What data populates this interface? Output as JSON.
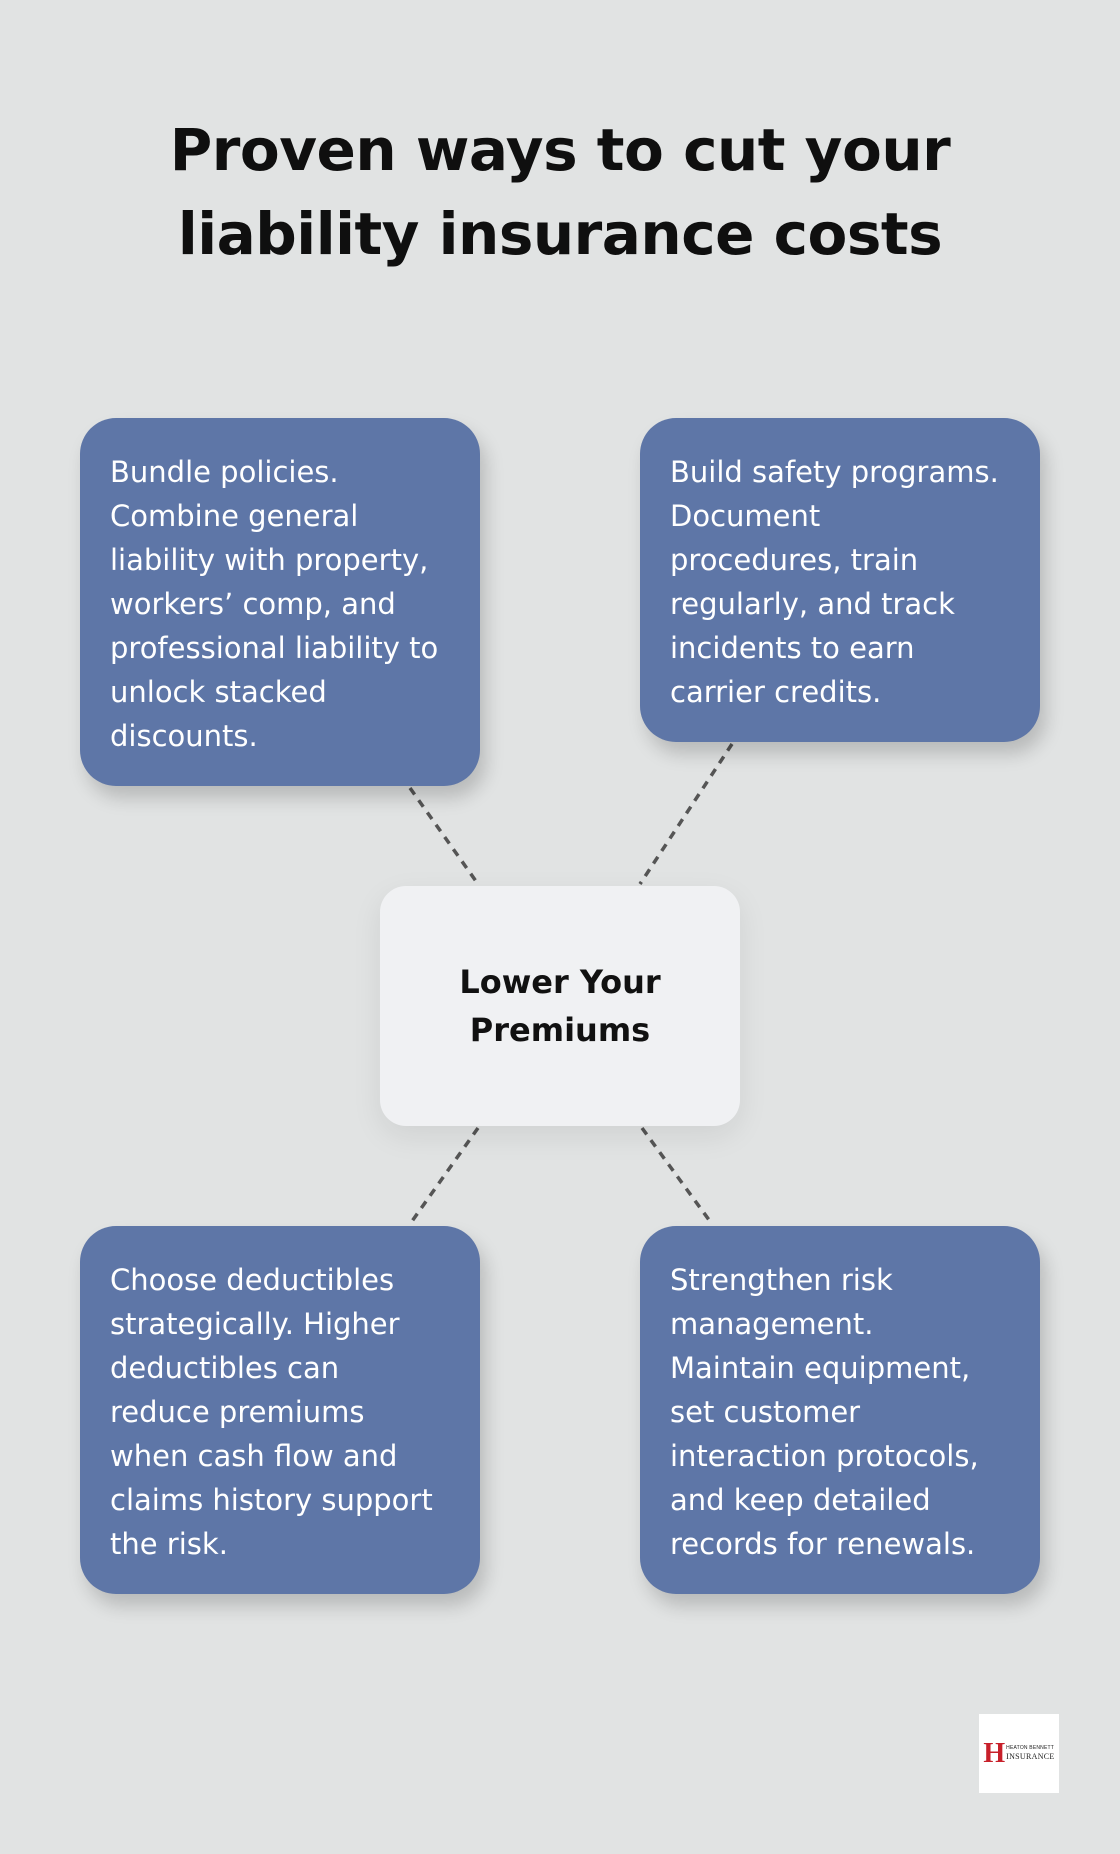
{
  "title": {
    "line1": "Proven ways to cut your",
    "line2": "liability insurance costs"
  },
  "center": {
    "line1": "Lower Your",
    "line2": "Premiums"
  },
  "cards": [
    {
      "lines": [
        "Bundle policies.",
        "Combine general",
        "liability with property,",
        "workers’ comp, and",
        "professional liability to",
        "unlock stacked",
        "discounts."
      ]
    },
    {
      "lines": [
        "Build safety programs.",
        "Document",
        "procedures, train",
        "regularly, and track",
        "incidents to earn",
        "carrier credits."
      ]
    },
    {
      "lines": [
        "Choose deductibles",
        "strategically. Higher",
        "deductibles can",
        "reduce premiums",
        "when cash flow and",
        "claims history support",
        "the risk."
      ]
    },
    {
      "lines": [
        "Strengthen risk",
        "management.",
        "Maintain equipment,",
        "set customer",
        "interaction protocols,",
        "and keep detailed",
        "records for renewals."
      ]
    }
  ],
  "logo": {
    "letter": "H",
    "name": "HEATON BENNETT",
    "sub": "INSURANCE"
  },
  "colors": {
    "background": "#e1e3e3",
    "card": "#5e76a7",
    "center": "#f0f1f3",
    "connector": "#555555",
    "logo_red": "#c8202a"
  }
}
